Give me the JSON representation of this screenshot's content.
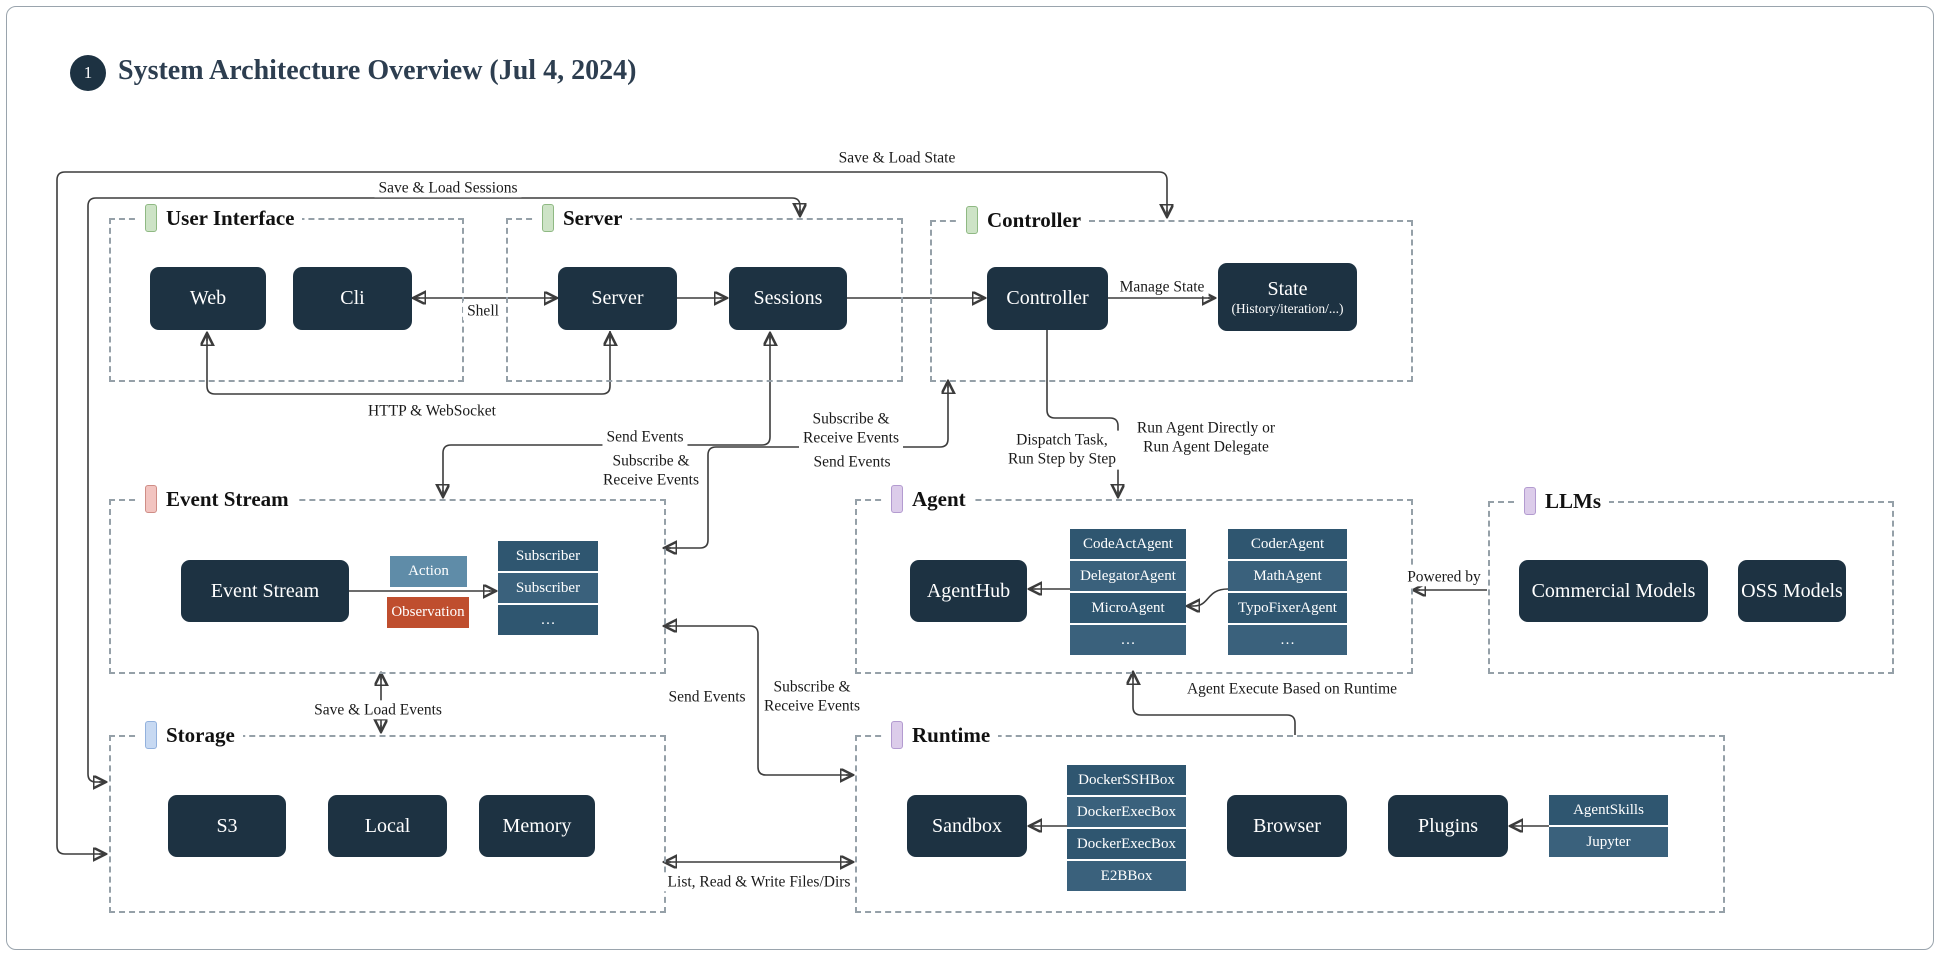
{
  "title": {
    "badge": "1",
    "text": "System Architecture Overview (Jul 4, 2024)"
  },
  "groups": {
    "ui": "User Interface",
    "server": "Server",
    "controller": "Controller",
    "event_stream": "Event Stream",
    "agent": "Agent",
    "llms": "LLMs",
    "storage": "Storage",
    "runtime": "Runtime"
  },
  "nodes": {
    "web": "Web",
    "cli": "Cli",
    "server": "Server",
    "sessions": "Sessions",
    "controller": "Controller",
    "state": "State",
    "state_sub": "(History/iteration/...)",
    "event_stream": "Event Stream",
    "agenthub": "AgentHub",
    "commercial_models": "Commercial Models",
    "oss_models": "OSS Models",
    "s3": "S3",
    "local": "Local",
    "memory": "Memory",
    "sandbox": "Sandbox",
    "browser": "Browser",
    "plugins": "Plugins"
  },
  "tags": {
    "action": "Action",
    "observation": "Observation"
  },
  "stacks": {
    "subscribers": {
      "rows": [
        "Subscriber",
        "Subscriber",
        "…"
      ]
    },
    "agents_primary": {
      "rows": [
        "CodeActAgent",
        "DelegatorAgent",
        "MicroAgent",
        "…"
      ]
    },
    "agents_secondary": {
      "rows": [
        "CoderAgent",
        "MathAgent",
        "TypoFixerAgent",
        "…"
      ]
    },
    "sandboxes": {
      "rows": [
        "DockerSSHBox",
        "DockerExecBox",
        "DockerExecBox",
        "E2BBox"
      ]
    },
    "plugins": {
      "rows": [
        "AgentSkills",
        "Jupyter"
      ]
    }
  },
  "edge_labels": {
    "shell": "Shell",
    "http_ws": "HTTP & WebSocket",
    "manage_state": "Manage State",
    "save_load_sessions": "Save & Load Sessions",
    "save_load_state": "Save & Load State",
    "send_events_ui": "Send Events",
    "sub_receive_ui": "Subscribe &\nReceive Events",
    "sub_receive_ctrl": "Subscribe &\nReceive Events",
    "send_events_ctrl": "Send Events",
    "dispatch": "Dispatch Task,\nRun Step by Step",
    "run_agent": "Run Agent Directly or\nRun Agent Delegate",
    "powered_by": "Powered by",
    "save_load_events": "Save & Load Events",
    "send_events_runtime": "Send Events",
    "sub_receive_runtime": "Subscribe &\nReceive Events",
    "agent_execute": "Agent Execute Based on Runtime",
    "list_read_write": "List, Read & Write Files/Dirs"
  },
  "colors": {
    "node_bg": "#1d3242",
    "stack_row_bg": "#2f5670",
    "stack_row_alt_bg": "#3a617c",
    "action_bg": "#5f8ca8",
    "observation_bg": "#bf4e2e",
    "group_green": "#8fb983",
    "group_red": "#cf8d86",
    "group_purple": "#b39bd0",
    "group_blue": "#92b1dd"
  }
}
